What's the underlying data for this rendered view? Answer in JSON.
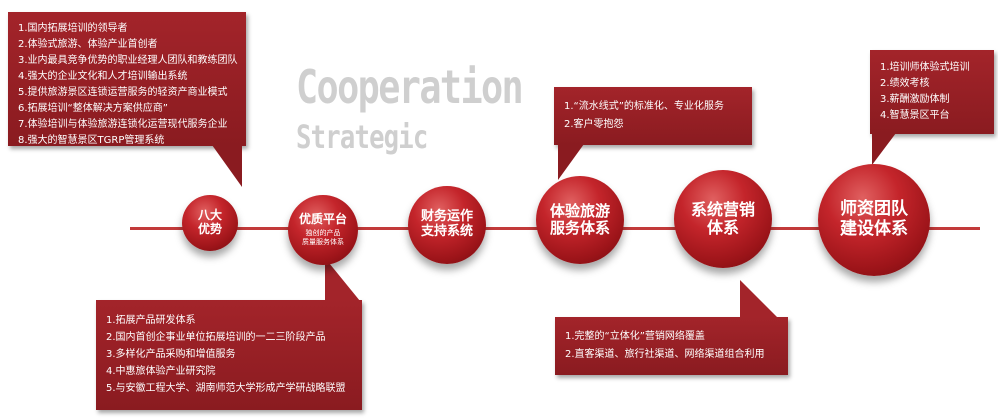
{
  "watermark": {
    "line1": "Cooperation",
    "line2": "Strategic"
  },
  "nodes": [
    {
      "title": "八大\n优势",
      "sub": ""
    },
    {
      "title": "优质平台",
      "sub": "独创的产品\n质量服务体系"
    },
    {
      "title": "财务运作\n支持系统",
      "sub": ""
    },
    {
      "title": "体验旅游\n服务体系",
      "sub": ""
    },
    {
      "title": "系统营销\n体系",
      "sub": ""
    },
    {
      "title": "师资团队\n建设体系",
      "sub": ""
    }
  ],
  "boxes": {
    "advantages": [
      "1.国内拓展培训的领导者",
      "2.体验式旅游、体验产业首创者",
      "3.业内最具竞争优势的职业经理人团队和教练团队",
      "4.强大的企业文化和人才培训输出系统",
      "5.提供旅游景区连锁运营服务的轻资产商业模式",
      "6.拓展培训“整体解决方案供应商”",
      "7.体验培训与体验旅游连锁化运营现代服务企业",
      "8.强大的智慧景区TGRP管理系统"
    ],
    "platform": [
      "1.拓展产品研发体系",
      "2.国内首创企事业单位拓展培训的一二三阶段产品",
      "3.多样化产品采购和增值服务",
      "4.中惠旅体验产业研究院",
      "5.与安徽工程大学、湖南师范大学形成产学研战略联盟"
    ],
    "tourism": [
      "1.“流水线式”的标准化、专业化服务",
      "2.客户零抱怨"
    ],
    "marketing": [
      "1.完整的“立体化”营销网络覆盖",
      "2.直客渠道、旅行社渠道、网络渠道组合利用"
    ],
    "faculty": [
      "1.培训师体验式培训",
      "2.绩效考核",
      "3.薪酬激励体制",
      "4.智慧景区平台"
    ]
  },
  "colors": {
    "box": "#8f1e23",
    "node": "#c4252b",
    "line": "#c23a3a",
    "watermark": "#cfcfcf"
  }
}
